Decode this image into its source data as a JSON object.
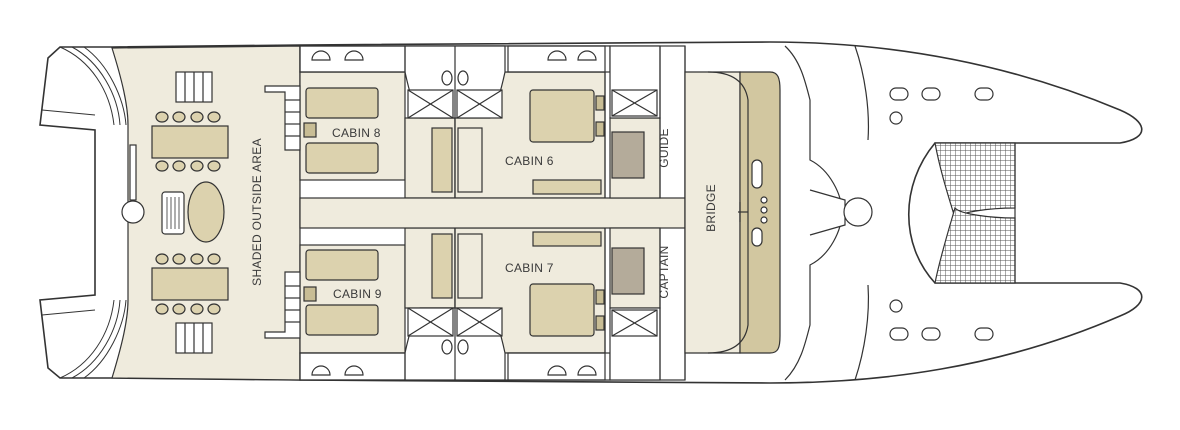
{
  "labels": {
    "shaded_area": "SHADED OUTSIDE AREA",
    "cabin6": "CABIN 6",
    "cabin7": "CABIN 7",
    "cabin8": "CABIN 8",
    "cabin9": "CABIN 9",
    "guide": "GUIDE",
    "captain": "CAPTAIN",
    "bridge": "BRIDGE"
  },
  "colors": {
    "deck": "#efebdd",
    "bed": "#dcd2ae",
    "bridge_console": "#d2c7a0",
    "crew_bed": "#b4ab9a",
    "hull_line": "#333333",
    "hull_fill": "#ffffff"
  }
}
